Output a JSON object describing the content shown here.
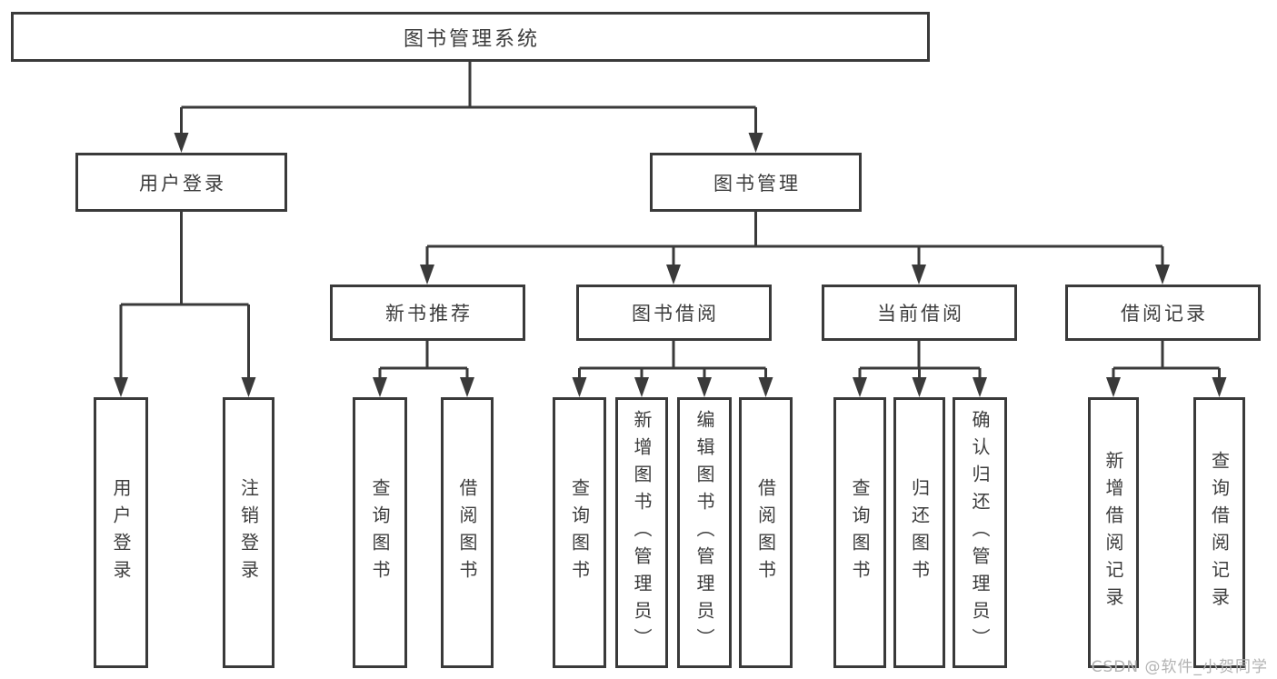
{
  "diagram": {
    "root": {
      "label": "图书管理系统"
    },
    "branches": [
      {
        "label": "用户登录",
        "children": [
          {
            "label": "用户登录"
          },
          {
            "label": "注销登录"
          }
        ]
      },
      {
        "label": "图书管理",
        "children": [
          {
            "label": "新书推荐",
            "children": [
              {
                "label": "查询图书"
              },
              {
                "label": "借阅图书"
              }
            ]
          },
          {
            "label": "图书借阅",
            "children": [
              {
                "label": "查询图书"
              },
              {
                "label": "新增图书（管理员）"
              },
              {
                "label": "编辑图书（管理员）"
              },
              {
                "label": "借阅图书"
              }
            ]
          },
          {
            "label": "当前借阅",
            "children": [
              {
                "label": "查询图书"
              },
              {
                "label": "归还图书"
              },
              {
                "label": "确认归还（管理员）"
              }
            ]
          },
          {
            "label": "借阅记录",
            "children": [
              {
                "label": "新增借阅记录"
              },
              {
                "label": "查询借阅记录"
              }
            ]
          }
        ]
      }
    ]
  },
  "watermark": {
    "text": "CSDN @软件_小贺同学"
  },
  "colors": {
    "line": "#3a3a3a",
    "box_border": "#3a3a3a",
    "text": "#3c3c3c",
    "background": "#ffffff",
    "watermark": "#b3b3b3"
  }
}
